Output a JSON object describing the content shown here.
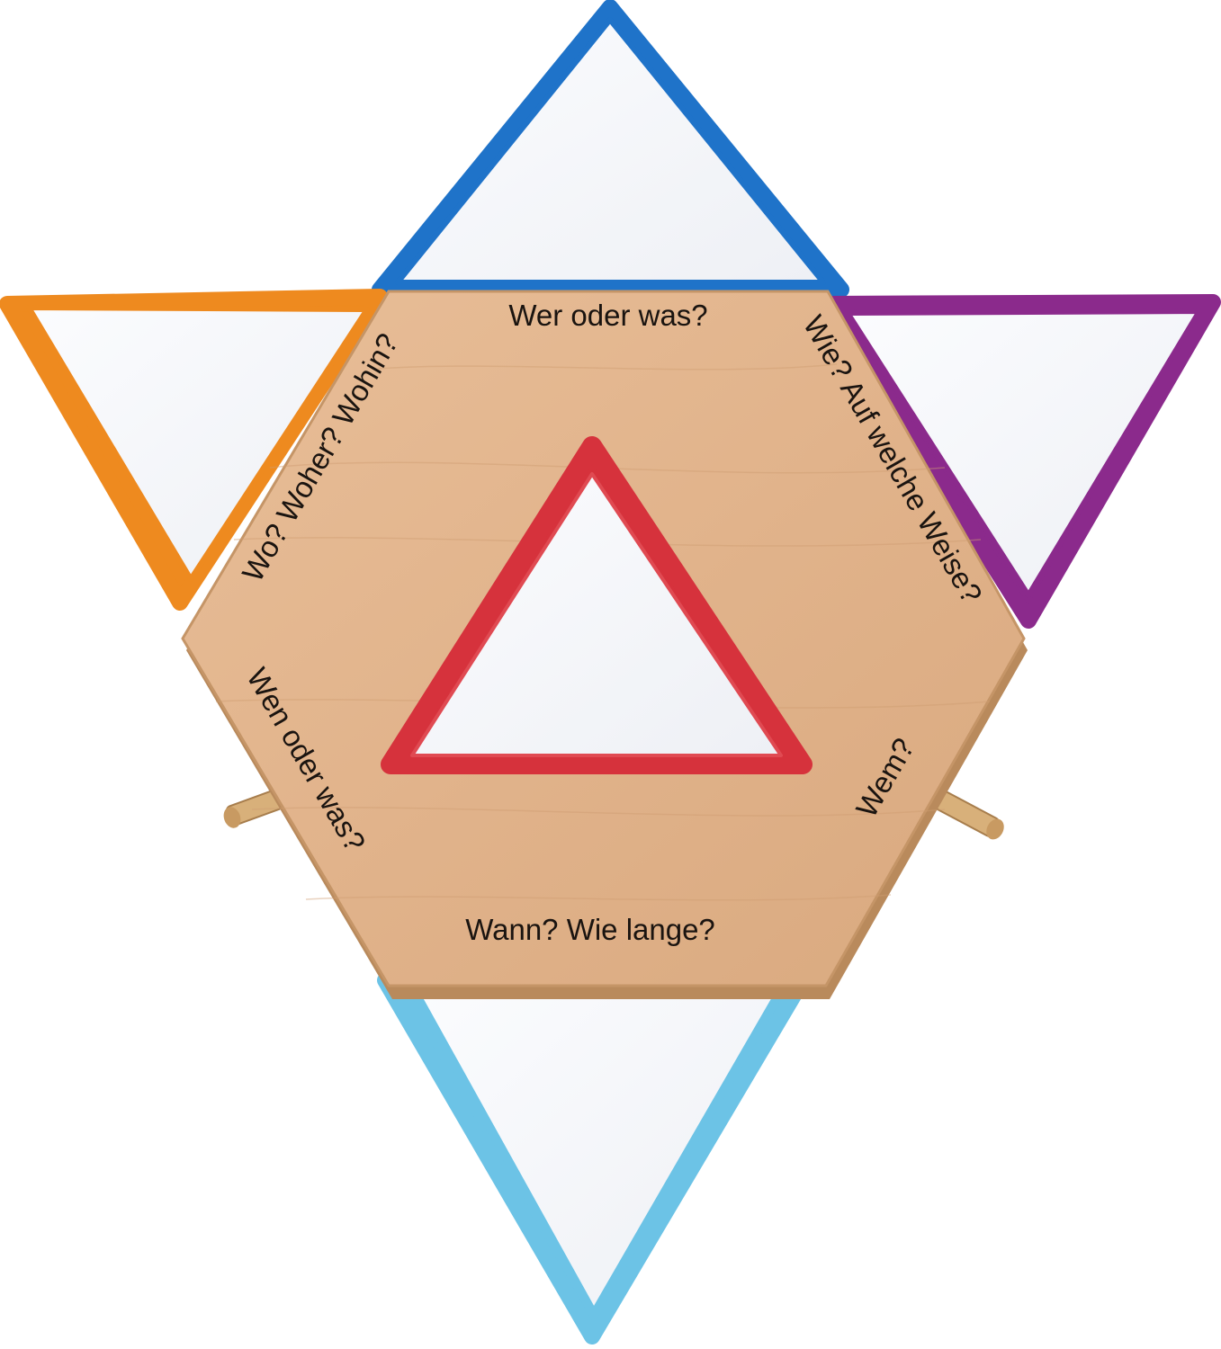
{
  "scene": {
    "background_color": "#ffffff",
    "board_color": "#e3b68f",
    "board_edge_color": "#c59567",
    "card_face_color": "#f7f8fb",
    "label_color": "#1a1410"
  },
  "tiles": [
    {
      "name": "top",
      "border_color": "#1f73c9"
    },
    {
      "name": "left",
      "border_color": "#ee8a1f"
    },
    {
      "name": "right",
      "border_color": "#8b2a8c"
    },
    {
      "name": "bottom",
      "border_color": "#6cc3e6"
    },
    {
      "name": "center",
      "border_color": "#d6323c"
    }
  ],
  "labels": {
    "top": "Wer oder was?",
    "upper_left": "Wo? Woher? Wohin?",
    "upper_right": "Wie? Auf welche Weise?",
    "lower_left": "Wen oder was?",
    "lower_right": "Wem?",
    "bottom": "Wann? Wie lange?"
  }
}
